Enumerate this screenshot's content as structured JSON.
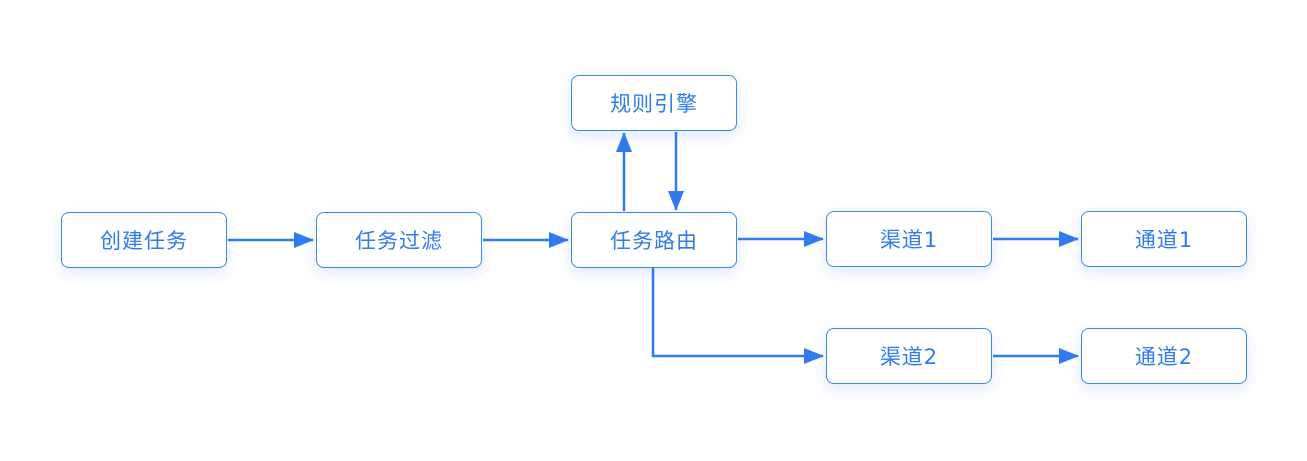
{
  "diagram": {
    "accent_color": "#2e7cf0",
    "nodes": {
      "create_task": {
        "label": "创建任务"
      },
      "task_filter": {
        "label": "任务过滤"
      },
      "rule_engine": {
        "label": "规则引擎"
      },
      "task_routing": {
        "label": "任务路由"
      },
      "channel_1": {
        "label": "渠道1"
      },
      "channel_2": {
        "label": "渠道2"
      },
      "pipe_1": {
        "label": "通道1"
      },
      "pipe_2": {
        "label": "通道2"
      }
    },
    "edges": [
      {
        "from": "create_task",
        "to": "task_filter"
      },
      {
        "from": "task_filter",
        "to": "task_routing"
      },
      {
        "from": "task_routing",
        "to": "rule_engine"
      },
      {
        "from": "rule_engine",
        "to": "task_routing"
      },
      {
        "from": "task_routing",
        "to": "channel_1"
      },
      {
        "from": "task_routing",
        "to": "channel_2"
      },
      {
        "from": "channel_1",
        "to": "pipe_1"
      },
      {
        "from": "channel_2",
        "to": "pipe_2"
      }
    ]
  }
}
